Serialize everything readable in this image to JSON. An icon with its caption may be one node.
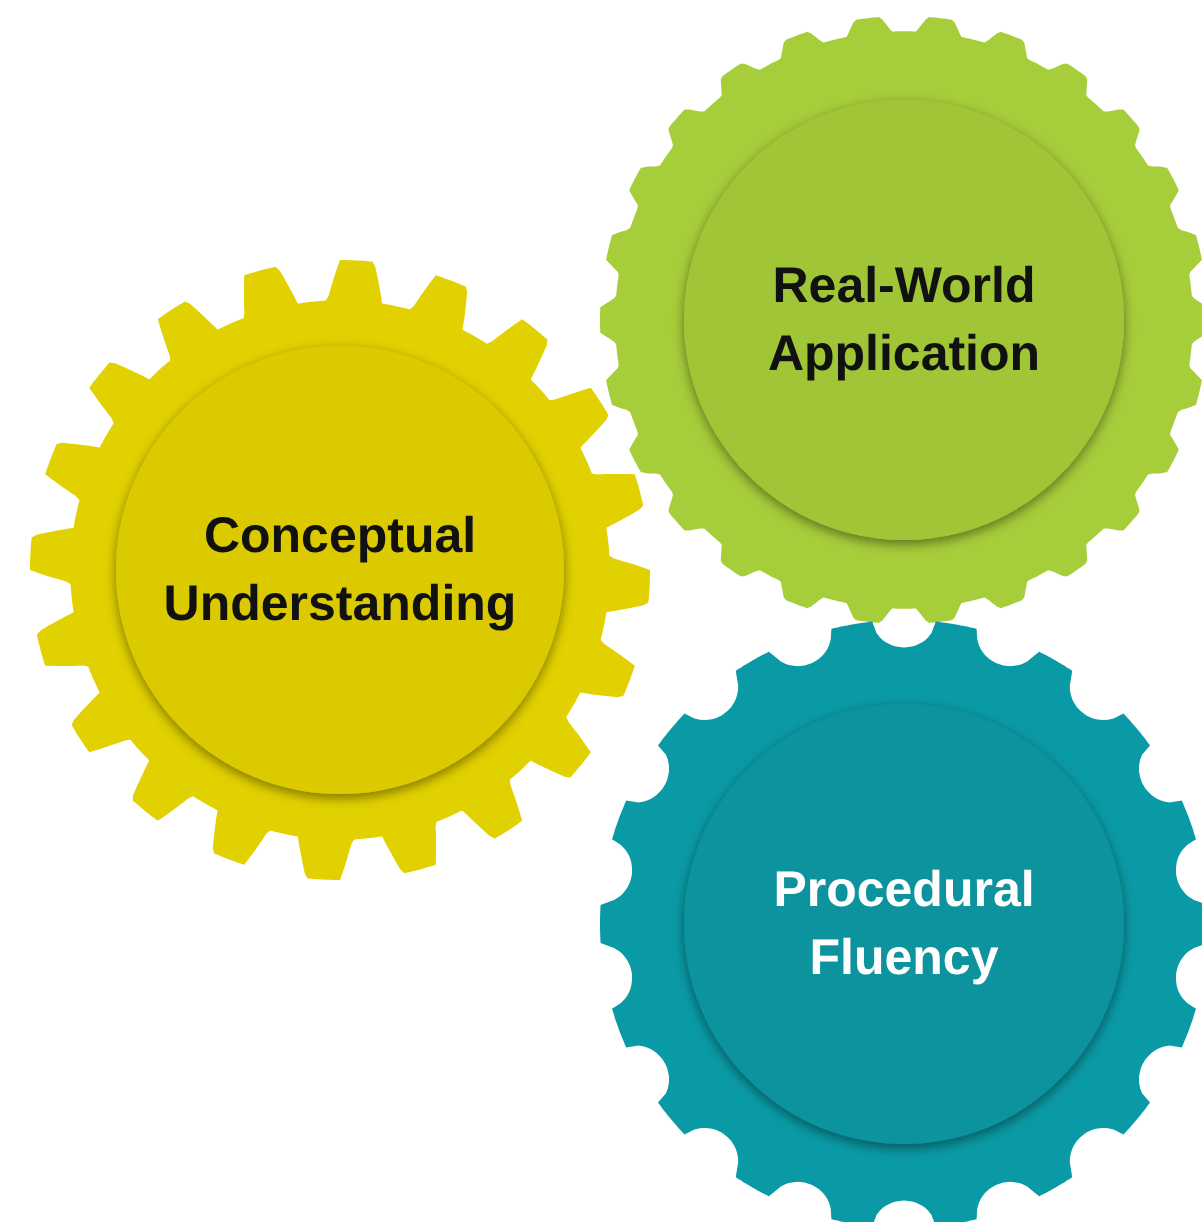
{
  "diagram": {
    "nodes": [
      {
        "text": [
          "Conceptual Understanding"
        ]
      },
      {
        "text": [
          "Real-World Application"
        ]
      },
      {
        "text": [
          "Procedural Fluency"
        ]
      }
    ]
  }
}
